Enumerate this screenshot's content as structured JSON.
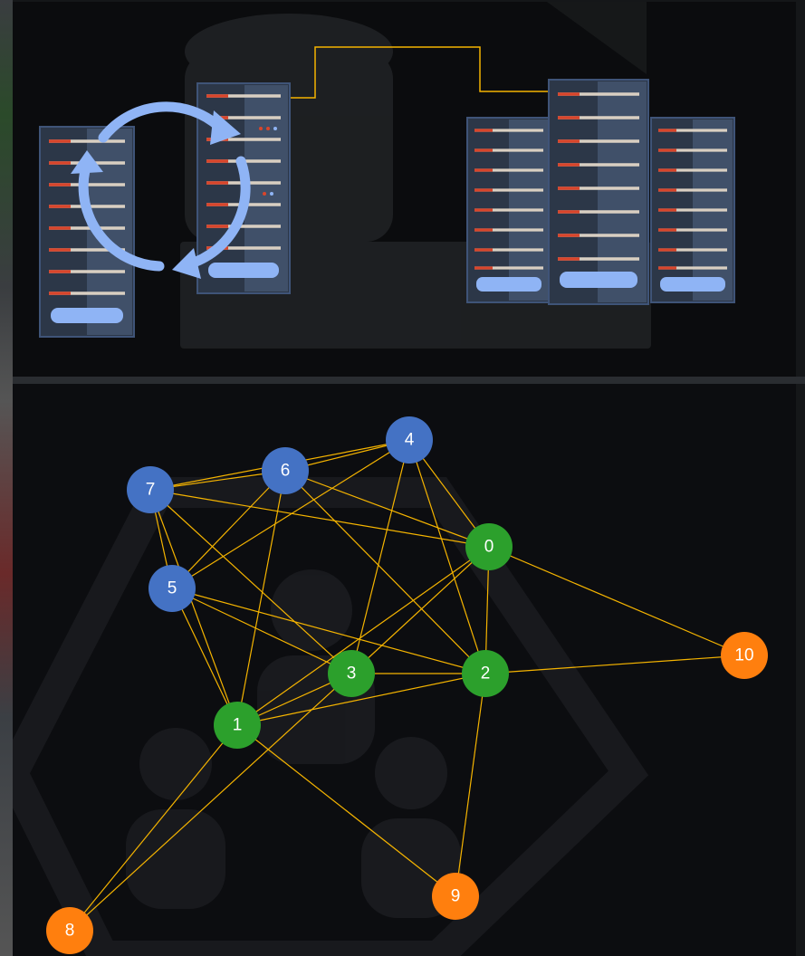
{
  "colors": {
    "background": "#0b0c0e",
    "edge": "#f5b400",
    "group_blue": "#4472c4",
    "group_green": "#2ca02c",
    "group_orange": "#ff7f0e",
    "sync_arrow": "#8fb4f5",
    "server_body": "#2c3748",
    "server_led": "#d9452b"
  },
  "illustration": {
    "icons": [
      "server-rack-icon",
      "sync-arrows-icon",
      "database-icon",
      "server-cluster-icon"
    ]
  },
  "graph": {
    "nodes": [
      {
        "id": "0",
        "group": "green"
      },
      {
        "id": "1",
        "group": "green"
      },
      {
        "id": "2",
        "group": "green"
      },
      {
        "id": "3",
        "group": "green"
      },
      {
        "id": "4",
        "group": "blue"
      },
      {
        "id": "5",
        "group": "blue"
      },
      {
        "id": "6",
        "group": "blue"
      },
      {
        "id": "7",
        "group": "blue"
      },
      {
        "id": "8",
        "group": "orange"
      },
      {
        "id": "9",
        "group": "orange"
      },
      {
        "id": "10",
        "group": "orange"
      }
    ],
    "edges": [
      [
        "4",
        "6"
      ],
      [
        "4",
        "7"
      ],
      [
        "4",
        "5"
      ],
      [
        "4",
        "0"
      ],
      [
        "4",
        "2"
      ],
      [
        "4",
        "3"
      ],
      [
        "6",
        "7"
      ],
      [
        "6",
        "5"
      ],
      [
        "6",
        "0"
      ],
      [
        "6",
        "2"
      ],
      [
        "6",
        "1"
      ],
      [
        "7",
        "0"
      ],
      [
        "7",
        "5"
      ],
      [
        "7",
        "3"
      ],
      [
        "7",
        "1"
      ],
      [
        "5",
        "1"
      ],
      [
        "5",
        "3"
      ],
      [
        "5",
        "2"
      ],
      [
        "0",
        "3"
      ],
      [
        "0",
        "1"
      ],
      [
        "0",
        "2"
      ],
      [
        "0",
        "10"
      ],
      [
        "3",
        "2"
      ],
      [
        "3",
        "1"
      ],
      [
        "3",
        "8"
      ],
      [
        "2",
        "1"
      ],
      [
        "2",
        "10"
      ],
      [
        "2",
        "9"
      ],
      [
        "1",
        "8"
      ],
      [
        "1",
        "9"
      ]
    ]
  }
}
